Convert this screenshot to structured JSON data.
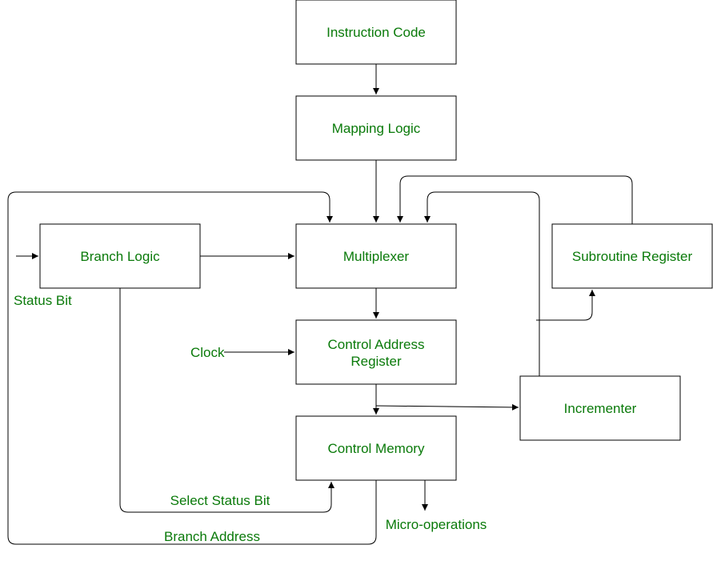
{
  "blocks": {
    "instruction_code": "Instruction Code",
    "mapping_logic": "Mapping Logic",
    "branch_logic": "Branch Logic",
    "multiplexer": "Multiplexer",
    "subroutine_register": "Subroutine Register",
    "car_line1": "Control Address",
    "car_line2": "Register",
    "incrementer": "Incrementer",
    "control_memory": "Control Memory"
  },
  "signals": {
    "status_bit": "Status Bit",
    "clock": "Clock",
    "select_status_bit": "Select Status Bit",
    "branch_address": "Branch Address",
    "micro_operations": "Micro-operations"
  },
  "colors": {
    "label_text": "#0a7a0a",
    "box_stroke": "#000000",
    "wire": "#000000"
  }
}
